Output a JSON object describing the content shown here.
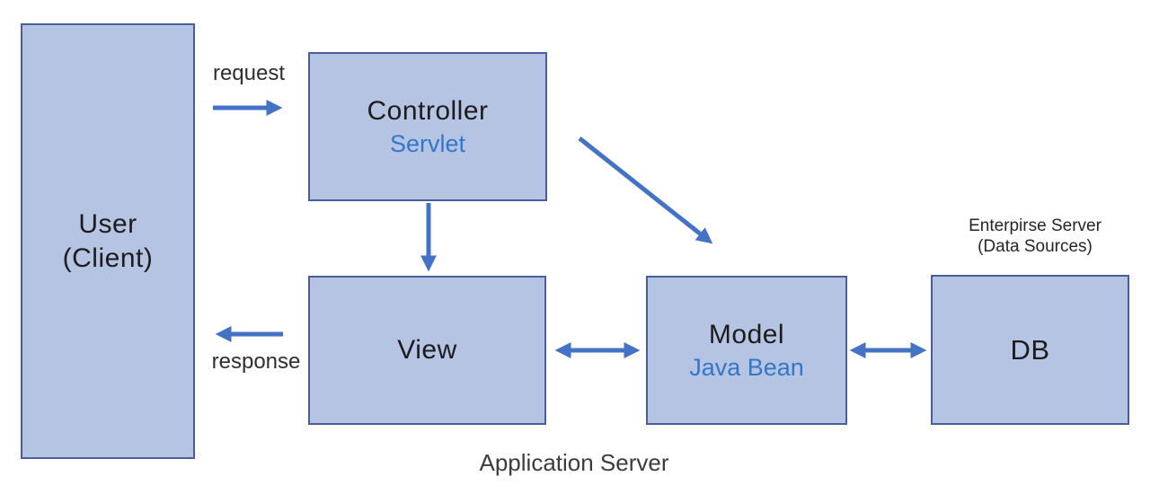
{
  "diagram": {
    "nodes": {
      "user": {
        "title": "User",
        "subtitle": "(Client)"
      },
      "controller": {
        "title": "Controller",
        "subtitle": "Servlet"
      },
      "view": {
        "title": "View"
      },
      "model": {
        "title": "Model",
        "subtitle": "Java Bean"
      },
      "db": {
        "title": "DB"
      }
    },
    "labels": {
      "request": "request",
      "response": "response",
      "application_server": "Application Server",
      "enterprise_server_line1": "Enterpirse Server",
      "enterprise_server_line2": "(Data Sources)"
    },
    "colors": {
      "box_fill": "#b6c4e4",
      "box_border": "#4a5d9c",
      "arrow": "#4472c4",
      "accent_text": "#3377c8",
      "text": "#1c1c1c",
      "label_text": "#2e2e2e"
    }
  }
}
